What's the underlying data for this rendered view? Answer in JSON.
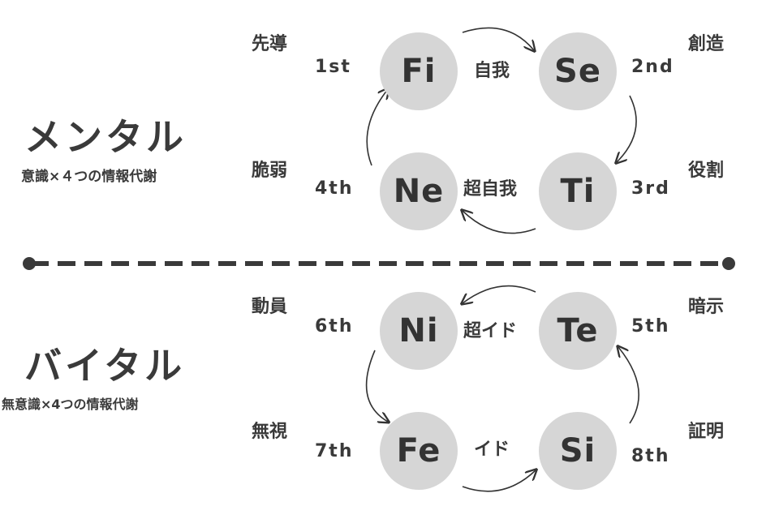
{
  "mental": {
    "title": "メンタル",
    "subtitle": "意識×４つの情報代謝"
  },
  "vital": {
    "title": "バイタル",
    "subtitle": "無意識×4つの情報代謝"
  },
  "functions": {
    "fi": {
      "symbol": "Fi",
      "order": "1st",
      "role": "先導"
    },
    "se": {
      "symbol": "Se",
      "order": "2nd",
      "role": "創造"
    },
    "ti": {
      "symbol": "Ti",
      "order": "3rd",
      "role": "役割"
    },
    "ne": {
      "symbol": "Ne",
      "order": "4th",
      "role": "脆弱"
    },
    "te": {
      "symbol": "Te",
      "order": "5th",
      "role": "暗示"
    },
    "ni": {
      "symbol": "Ni",
      "order": "6th",
      "role": "動員"
    },
    "fe": {
      "symbol": "Fe",
      "order": "7th",
      "role": "無視"
    },
    "si": {
      "symbol": "Si",
      "order": "8th",
      "role": "証明"
    }
  },
  "links": {
    "ego": "自我",
    "superego": "超自我",
    "superid": "超イド",
    "id": "イド"
  },
  "colors": {
    "circle": "#d6d6d6",
    "text": "#3a3a3a",
    "divider": "#3a3a3a"
  }
}
